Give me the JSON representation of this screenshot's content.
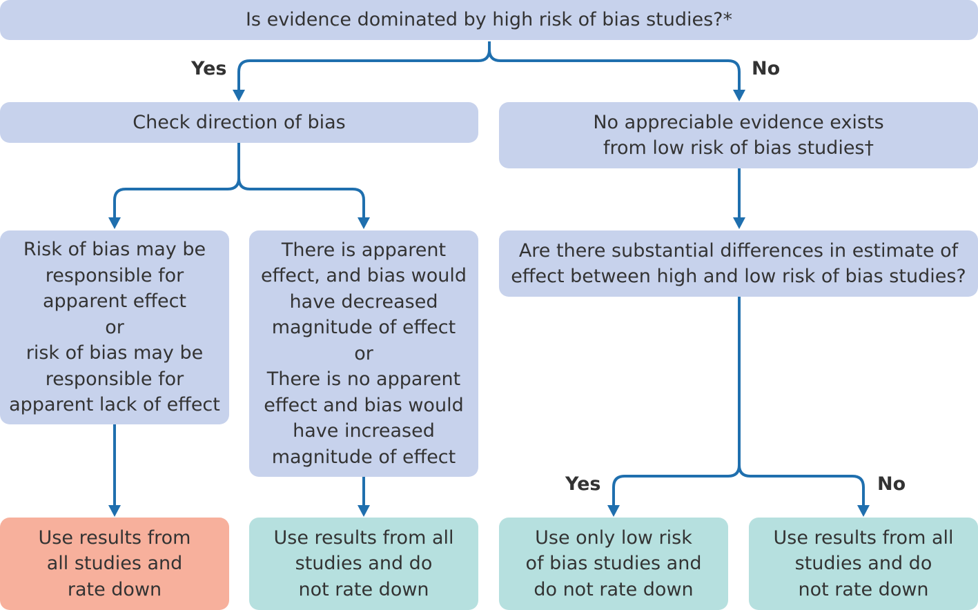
{
  "colors": {
    "box_blue": "#c7d2ec",
    "box_teal": "#b6e0df",
    "box_salmon": "#f7b09c",
    "arrow": "#1f6fae",
    "text": "#333333"
  },
  "nodes": {
    "root": "Is evidence dominated by high risk of bias studies?*",
    "check_direction": "Check direction of bias",
    "no_low_rob": "No appreciable evidence exists\nfrom low risk of bias studies†",
    "substantial_diff": "Are there substantial differences in estimate of\neffect between high and low risk of bias studies?",
    "rob_responsible": "Risk of bias may be\nresponsible for\napparent effect\nor\nrisk of bias may be\nresponsible for\napparent lack of effect",
    "apparent_effect": "There is apparent\neffect, and bias would\nhave decreased\nmagnitude of effect\nor\nThere is no apparent\neffect and bias would\nhave increased\nmagnitude of effect",
    "outcome_rate_down": "Use results from\nall studies and\nrate down",
    "outcome_all_no_rate_left": "Use results from all\nstudies and do\nnot rate down",
    "outcome_low_only": "Use only low risk\nof bias studies and\ndo not rate down",
    "outcome_all_no_rate_right": "Use results from all\nstudies and do\nnot rate down"
  },
  "edge_labels": {
    "root_yes": "Yes",
    "root_no": "No",
    "diff_yes": "Yes",
    "diff_no": "No"
  }
}
